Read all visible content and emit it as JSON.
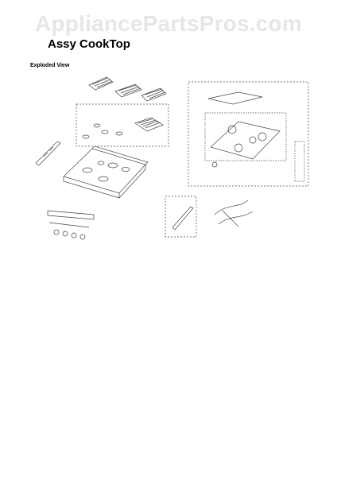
{
  "watermark": "AppliancePartsPros.com",
  "title": "Assy CookTop",
  "subtitle": "Exploded View"
}
